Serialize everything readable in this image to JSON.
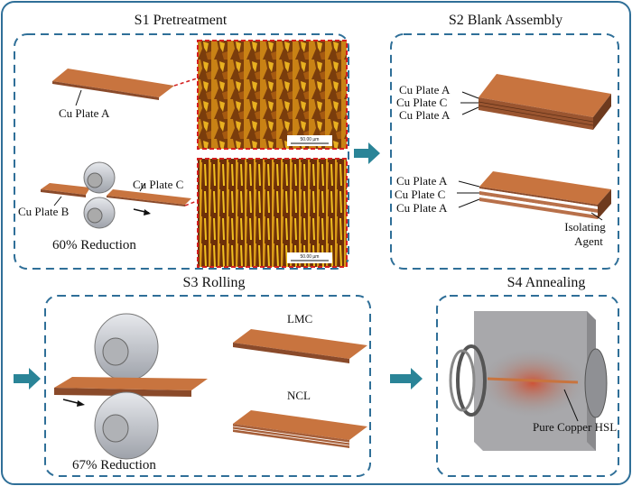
{
  "colors": {
    "frame": "#2f6f98",
    "arrow": "#2a8497",
    "copper": "#c8743f",
    "copper_dark": "#8a4a2a",
    "micro_border": "#d42020"
  },
  "s1": {
    "title": "S1 Pretreatment",
    "plate_a": "Cu Plate A",
    "plate_b": "Cu Plate B",
    "plate_c": "Cu Plate C",
    "reduction": "60% Reduction",
    "scale_top": "50.00 µm",
    "scale_bottom": "50.00 µm"
  },
  "s2": {
    "title": "S2 Blank Assembly",
    "stack1": [
      "Cu Plate A",
      "Cu Plate C",
      "Cu Plate A"
    ],
    "stack2": [
      "Cu Plate A",
      "Cu Plate C",
      "Cu Plate A"
    ],
    "agent_line1": "Isolating",
    "agent_line2": "Agent"
  },
  "s3": {
    "title": "S3 Rolling",
    "reduction": "67% Reduction",
    "lmc": "LMC",
    "ncl": "NCL"
  },
  "s4": {
    "title": "S4 Annealing",
    "label": "Pure Copper HSL"
  }
}
